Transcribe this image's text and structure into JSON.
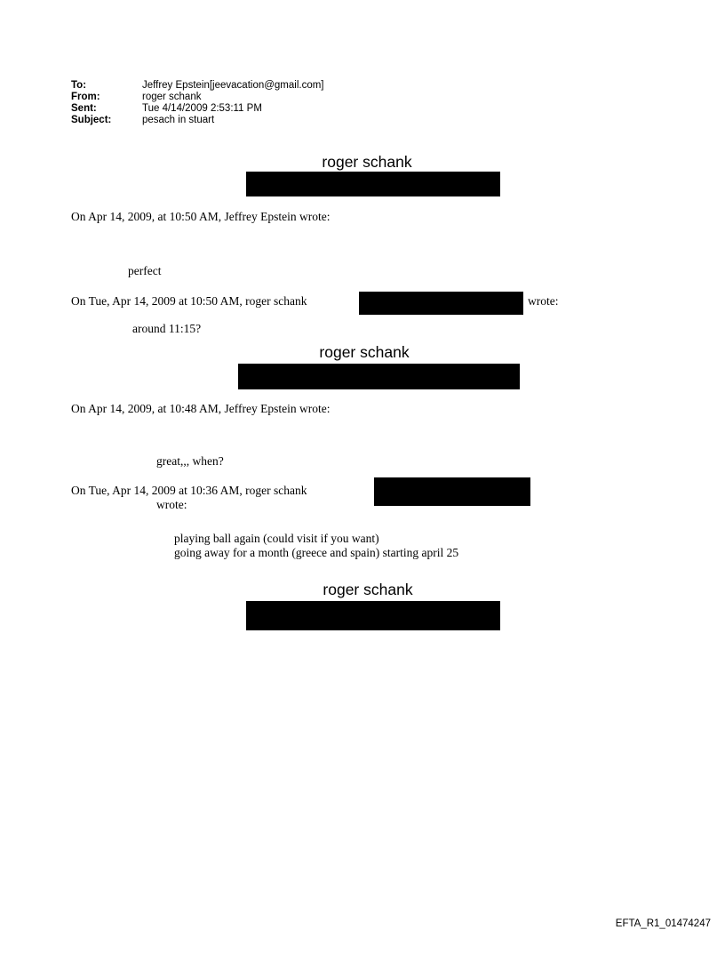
{
  "header": {
    "to_label": "To:",
    "to": "Jeffrey Epstein[jeevacation@gmail.com]",
    "from_label": "From:",
    "from": "roger schank",
    "sent_label": "Sent:",
    "sent": "Tue 4/14/2009 2:53:11 PM",
    "subject_label": "Subject:",
    "subject": "pesach in stuart"
  },
  "body": {
    "signature": "roger schank",
    "quote1": "On Apr 14, 2009, at 10:50 AM, Jeffrey Epstein wrote:",
    "msg1": "perfect",
    "quote2": "On Tue, Apr 14, 2009 at 10:50 AM, roger schank",
    "quote2_end": "wrote:",
    "msg2": "around 11:15?",
    "quote3": "On Apr 14, 2009, at 10:48 AM, Jeffrey Epstein wrote:",
    "msg3": "great,,, when?",
    "quote4": "On Tue, Apr 14, 2009 at 10:36 AM, roger schank",
    "quote4_end": "wrote:",
    "msg4_line1": "playing ball again (could visit if you want)",
    "msg4_line2": "going away for a month (greece and spain) starting april 25"
  },
  "footer": {
    "doc_id": "EFTA_R1_01474247"
  }
}
